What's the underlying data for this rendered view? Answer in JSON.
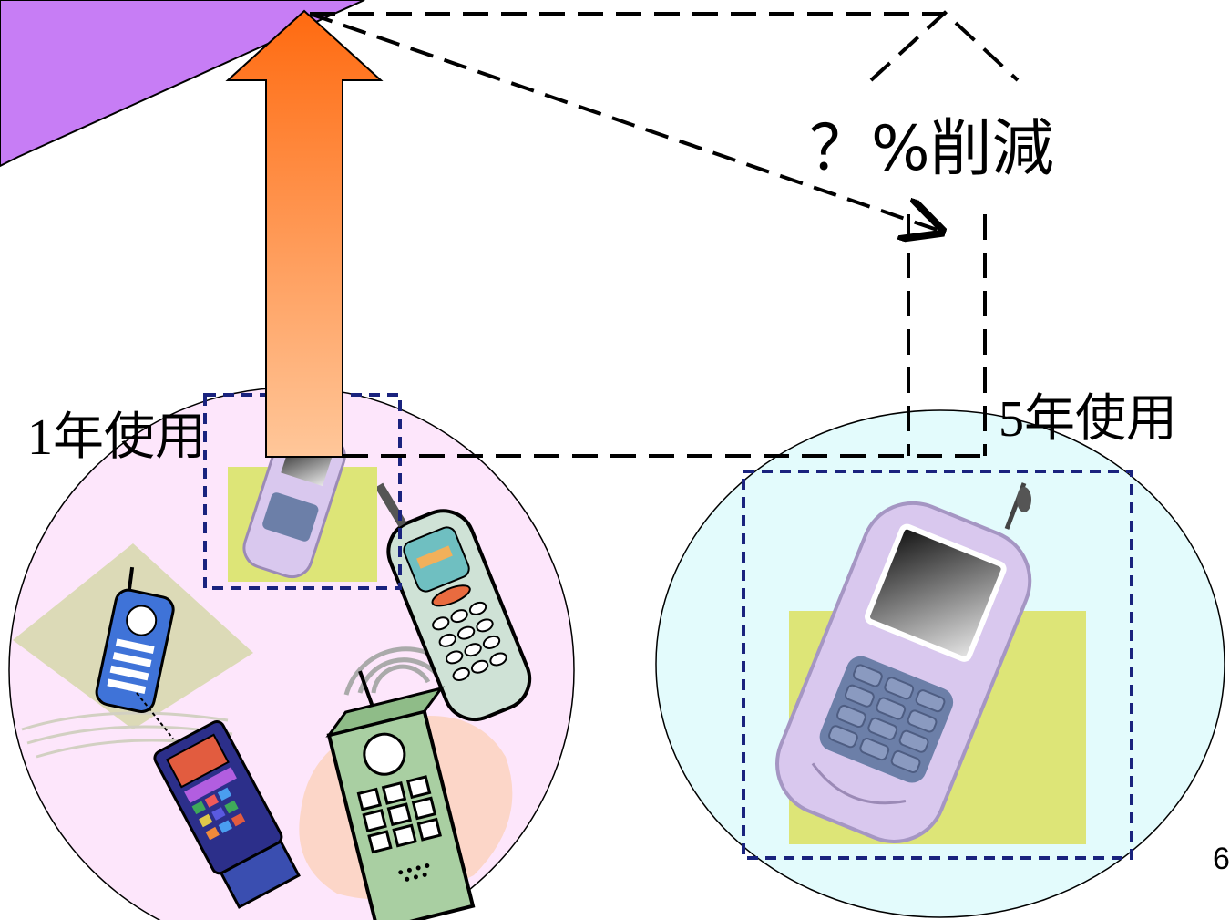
{
  "labels": {
    "one_year_num": "1",
    "one_year_text": "年使用",
    "five_year_num": "5",
    "five_year_text": "年使用",
    "reduction": "？%削減",
    "page_number": "6"
  },
  "colors": {
    "top_banner": "#c77df5",
    "arrow_top": "#ff6a10",
    "arrow_bottom": "#ffc79a",
    "left_circle_fill": "#fde6fb",
    "right_circle_fill": "#e3fbfc",
    "dashed_box": "#1a237e",
    "phone_body": "#d9c8ee",
    "phone_backdrop": "#dde577"
  }
}
